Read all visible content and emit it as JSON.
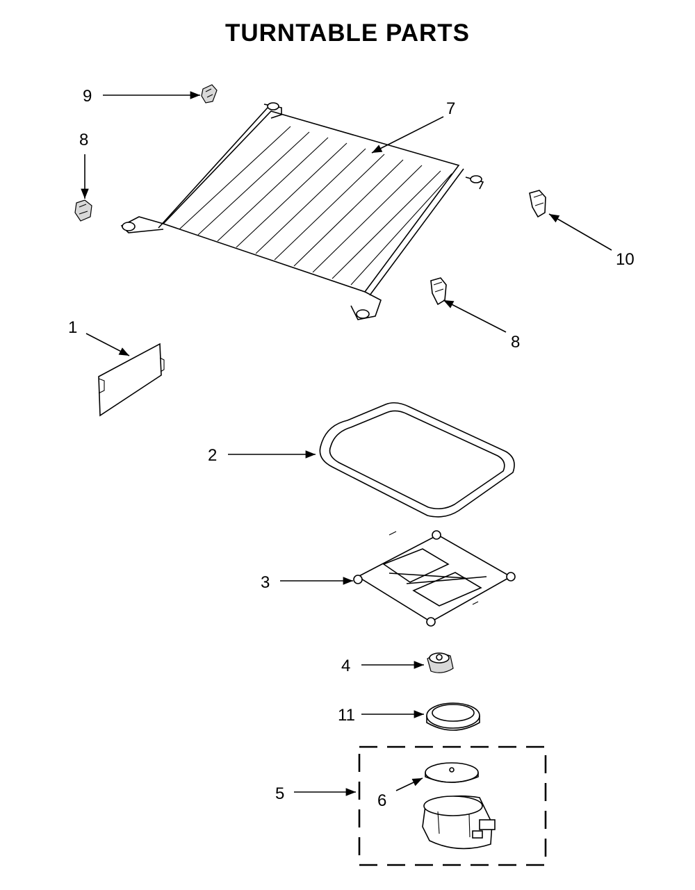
{
  "title": "TURNTABLE PARTS",
  "colors": {
    "line": "#000000",
    "background": "#ffffff",
    "shade": "#d8d8d8"
  },
  "callouts": {
    "c1": "1",
    "c2": "2",
    "c3": "3",
    "c4": "4",
    "c5": "5",
    "c6": "6",
    "c7": "7",
    "c8a": "8",
    "c8b": "8",
    "c9": "9",
    "c10": "10",
    "c11": "11"
  }
}
